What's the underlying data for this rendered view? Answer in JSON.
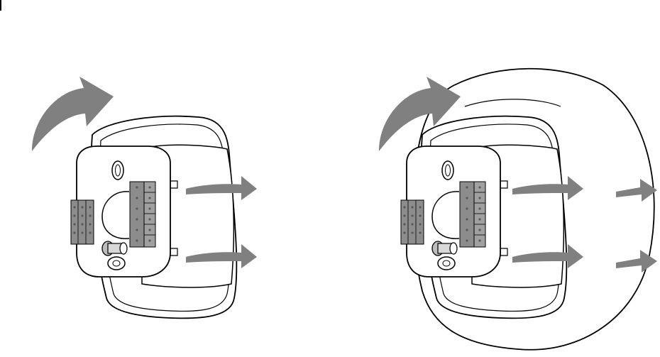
{
  "colors": {
    "line": "#000000",
    "arrow": "#808080",
    "terminal_block": "#8c8c8c",
    "terminal_dark": "#5a5a5a",
    "background": "#ffffff"
  },
  "panels": [
    {
      "name": "base-plate-without-trim",
      "has_trim_plate": false,
      "arrows": [
        "curved-mount-arrow",
        "push-arrow-upper",
        "push-arrow-lower"
      ]
    },
    {
      "name": "base-plate-with-trim",
      "has_trim_plate": true,
      "arrows": [
        "curved-mount-arrow",
        "push-arrow-upper",
        "push-arrow-lower"
      ]
    }
  ]
}
